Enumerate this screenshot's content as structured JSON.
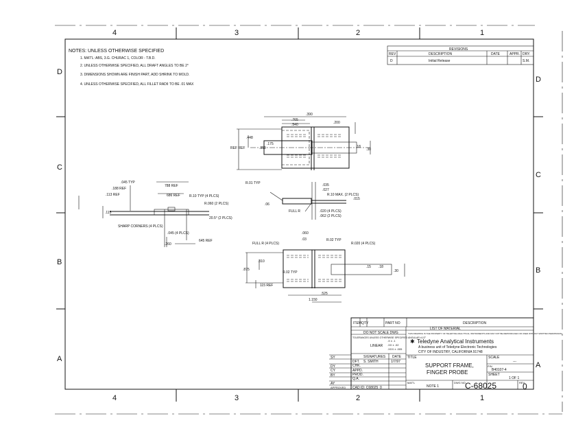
{
  "zones": {
    "columns": [
      "4",
      "3",
      "2",
      "1"
    ],
    "rows": [
      "D",
      "C",
      "B",
      "A"
    ]
  },
  "notes": {
    "title": "NOTES: UNLESS OTHERWISE SPECIFIED",
    "items": [
      "1.  MAT'L: ABS, 3.G. CHURAC 1, COLOR - T.B.D.",
      "2.  UNLESS OTHERWISE SPECIFIED, ALL DRAFT ANGLES TO BE 2°",
      "3.  DIMENSIONS SHOWN ARE FINISH PART, ADD SHRINK TO MOLD.",
      "4.  UNLESS OTHERWISE SPECIFIED, ALL FILLET RADII TO BE .01 MAX"
    ]
  },
  "revisions": {
    "title": "REVISIONS",
    "headers": [
      "REV",
      "DESCRIPTION",
      "DATE",
      "APPR.",
      "DRY."
    ],
    "rows": [
      [
        "D",
        "Initial Release",
        "",
        "",
        "S.M."
      ]
    ]
  },
  "views": {
    "top": {
      "dims": [
        ".390",
        ".765",
        ".540",
        ".200",
        ".448",
        "REF REF",
        ".175",
        ".350",
        ".18",
        ".30"
      ]
    },
    "side": {
      "dims": [
        ".045 TYP",
        ".188 REF",
        ".113 REF",
        ".115",
        "788 REF",
        "686 REF",
        "R.10 TYP (4 PLCS)",
        "R.060 (2 PLCS)",
        "20.5° (2 PLCS)",
        "SHARP CORNERS (4 PLCS)",
        ".045 (4 PLCS)",
        "645 REF",
        ".260"
      ]
    },
    "section": {
      "dims": [
        "R.01 TYP",
        ".035",
        ".027",
        "R.10 MAX. (2 PLCS)",
        ".015",
        ".06",
        "FULL R",
        ".020 (4 PLCS)",
        ".062 (2 PLCS)"
      ]
    },
    "bottom": {
      "dims": [
        ".060",
        ".03",
        "FULL R (4 PLCS)",
        "R.02 TYP",
        "R.020 (4 PLCS)",
        ".310",
        ".875",
        "R.02 TYP",
        "115 REF",
        ".15",
        ".18",
        ".30",
        ".525",
        "1.150"
      ]
    }
  },
  "title_block": {
    "bom": [
      "ITEM",
      "QTY",
      "PART NO",
      "DESCRIPTION"
    ],
    "list_of_material": "LIST OF MATERIAL",
    "do_not_scale": "DO NOT SCALE DWG",
    "tolerance": "TOLERANCES UNLESS OTHERWISE SPECIFIED ANGULAR ±1/2°",
    "tol_values": [
      ".X  ± .1",
      ".XX  ± .02",
      ".XXX ± .005"
    ],
    "tol_label": "LINEAR",
    "proprietary": "THIS DRAWING IS THE PROPERTY OF TELEDYNE ANALYTICAL INSTRUMENTS AND MAY NOT BE REPRODUCED OR USED WITHOUT WRITTEN PERMISSION.",
    "company": "Teledyne Analytical Instruments",
    "company_sub": "A business unit of Teledyne Electronic Technologies",
    "company_city": "CITY OF INDUSTRY, CALIFORNIA 91748",
    "sign_header": [
      "SIGNATURES",
      "DATE"
    ],
    "sign_rows": [
      [
        "DFT.",
        "S. SMITH",
        "1/7/97"
      ],
      [
        "CHK.",
        ""
      ],
      [
        "APPD.",
        ""
      ],
      [
        "PROD.",
        ""
      ],
      [
        "Q.A.",
        ""
      ]
    ],
    "left_labels": [
      "SY",
      "DY",
      "CY",
      "BY",
      "AY",
      "APPROVED"
    ],
    "cad_label": "CAD ID:  C68025_0",
    "title_label": "TITLE",
    "title_lines": [
      "SUPPORT FRAME,",
      "FINGER PROBE"
    ],
    "scale_label": "SCALE",
    "scale_value": "---",
    "pn_label": "P/N",
    "pn_value": "B40107-4",
    "sheet_label": "SHEET",
    "sheet_value": "1 OF 1",
    "material_label": "MAT'L",
    "material_value": "NOTE 1",
    "dwg_label": "DWG NO",
    "dwg_value": "C-68025",
    "rev_label": "REV",
    "rev_value": "0"
  }
}
